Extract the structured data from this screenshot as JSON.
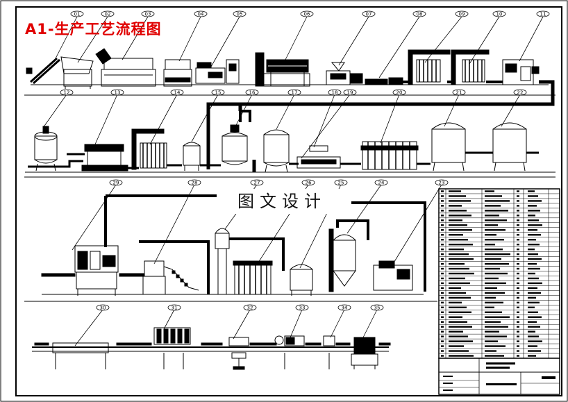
{
  "title": "A1-生产工艺流程图",
  "watermark": "图文设计",
  "equipment_labels": [
    "01",
    "02",
    "03",
    "04",
    "05",
    "06",
    "07",
    "08",
    "09",
    "10",
    "11",
    "12",
    "13",
    "14",
    "15",
    "16",
    "17",
    "18",
    "19",
    "20",
    "21",
    "22",
    "23",
    "24",
    "25",
    "26",
    "27",
    "28",
    "29",
    "30",
    "31",
    "32",
    "33",
    "34",
    "35"
  ]
}
